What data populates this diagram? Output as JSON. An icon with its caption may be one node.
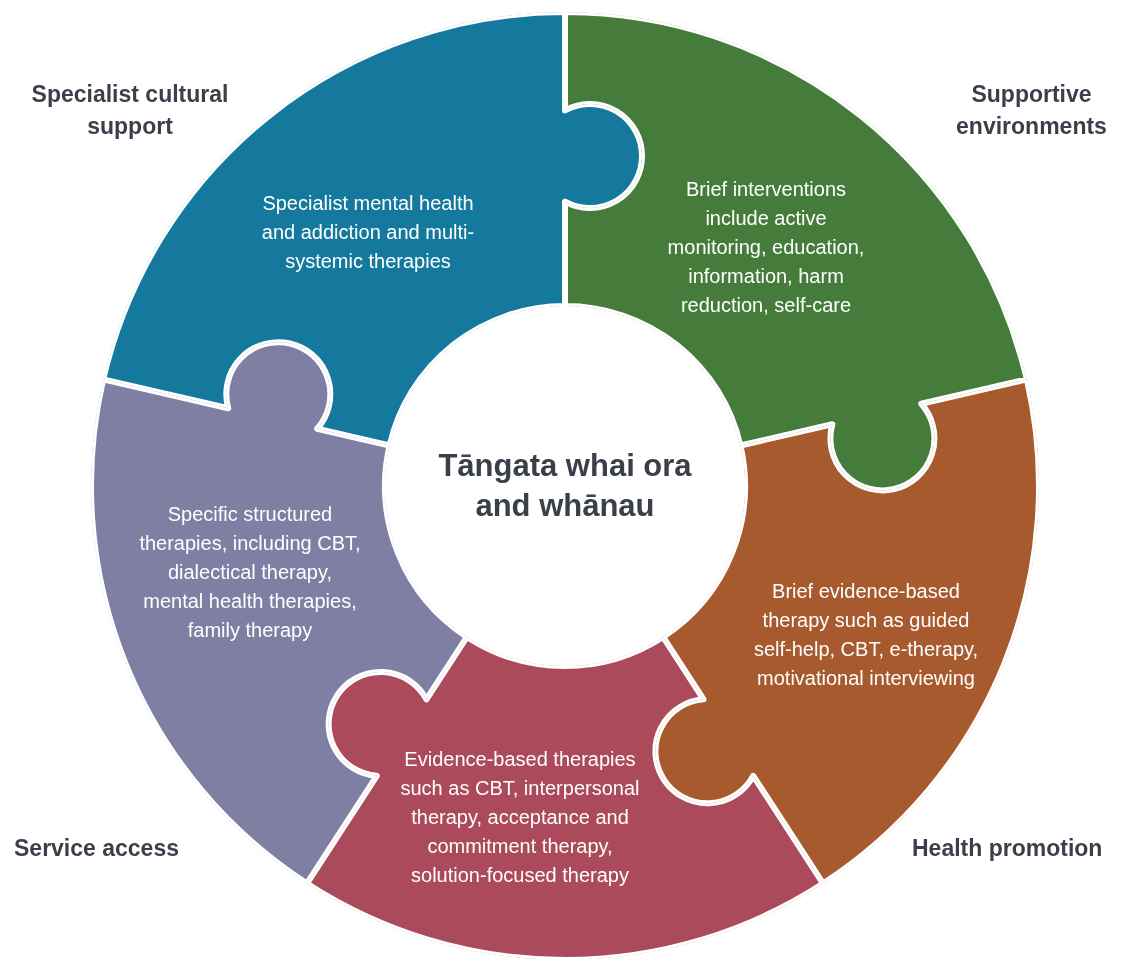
{
  "diagram": {
    "nodes": [
      {
        "text": [
          "Tāngata whai ora and whānau"
        ]
      },
      {
        "text": [
          "Specialist mental health and addiction and multi-systemic therapies"
        ]
      },
      {
        "text": [
          "Brief interventions include active monitoring, education, information, harm reduction, self-care"
        ]
      },
      {
        "text": [
          "Brief evidence-based therapy such as guided self-help, CBT, e-therapy, motivational interviewing"
        ]
      },
      {
        "text": [
          "Evidence-based therapies such as CBT, interpersonal therapy, acceptance and commitment therapy, solution-focused therapy"
        ]
      },
      {
        "text": [
          "Specific structured therapies, including CBT, dialectical therapy, mental health therapies, family therapy"
        ]
      }
    ],
    "labels": [
      "Specialist cultural support",
      "Supportive environments",
      "Service access",
      "Health promotion"
    ]
  }
}
